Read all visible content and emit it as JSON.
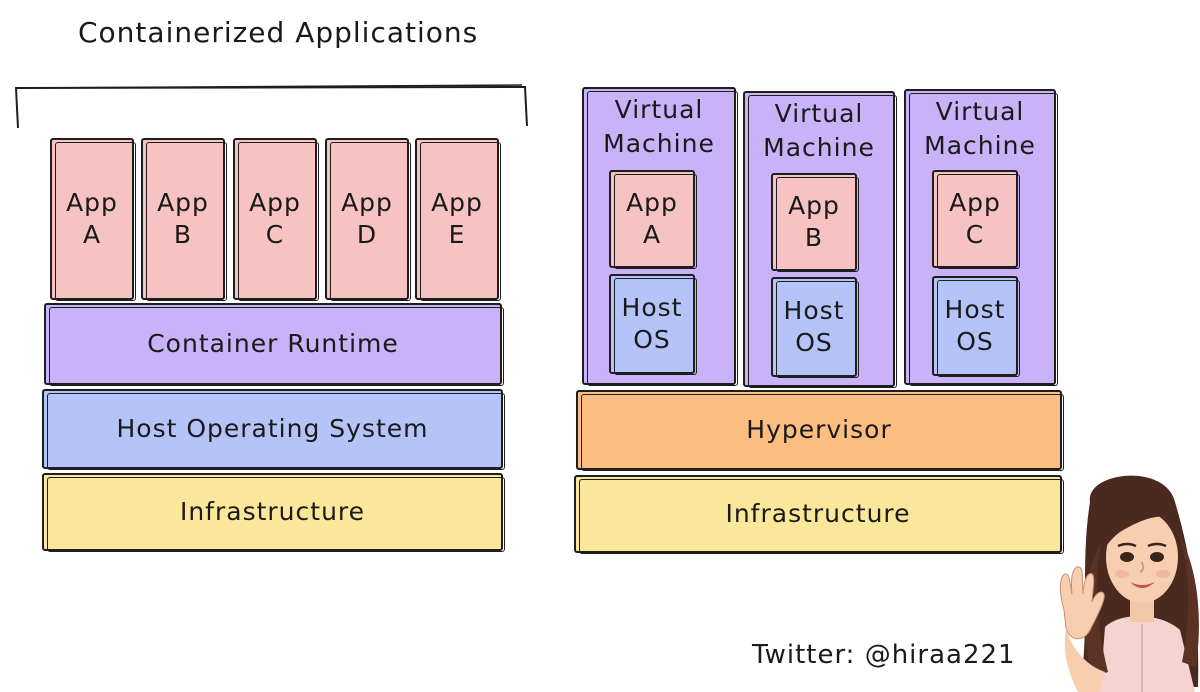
{
  "title": "Containerized Applications",
  "containers": {
    "apps": [
      {
        "label": "App\nA"
      },
      {
        "label": "App\nB"
      },
      {
        "label": "App\nC"
      },
      {
        "label": "App\nD"
      },
      {
        "label": "App\nE"
      }
    ],
    "runtime": "Container Runtime",
    "host_os": "Host Operating System",
    "infrastructure": "Infrastructure"
  },
  "vms": {
    "machines": [
      {
        "title": "Virtual\nMachine",
        "app": "App\nA",
        "os": "Host\nOS"
      },
      {
        "title": "Virtual\nMachine",
        "app": "App\nB",
        "os": "Host\nOS"
      },
      {
        "title": "Virtual\nMachine",
        "app": "App\nC",
        "os": "Host\nOS"
      }
    ],
    "hypervisor": "Hypervisor",
    "infrastructure": "Infrastructure"
  },
  "credit": "Twitter: @hiraa221",
  "colors": {
    "app": "#f6c2c2",
    "purple": "#c9b2f8",
    "blue": "#b5c4f8",
    "yellow": "#fbe79a",
    "orange": "#fbbd80"
  },
  "icons": {
    "avatar": "waving-woman-avatar-icon"
  }
}
